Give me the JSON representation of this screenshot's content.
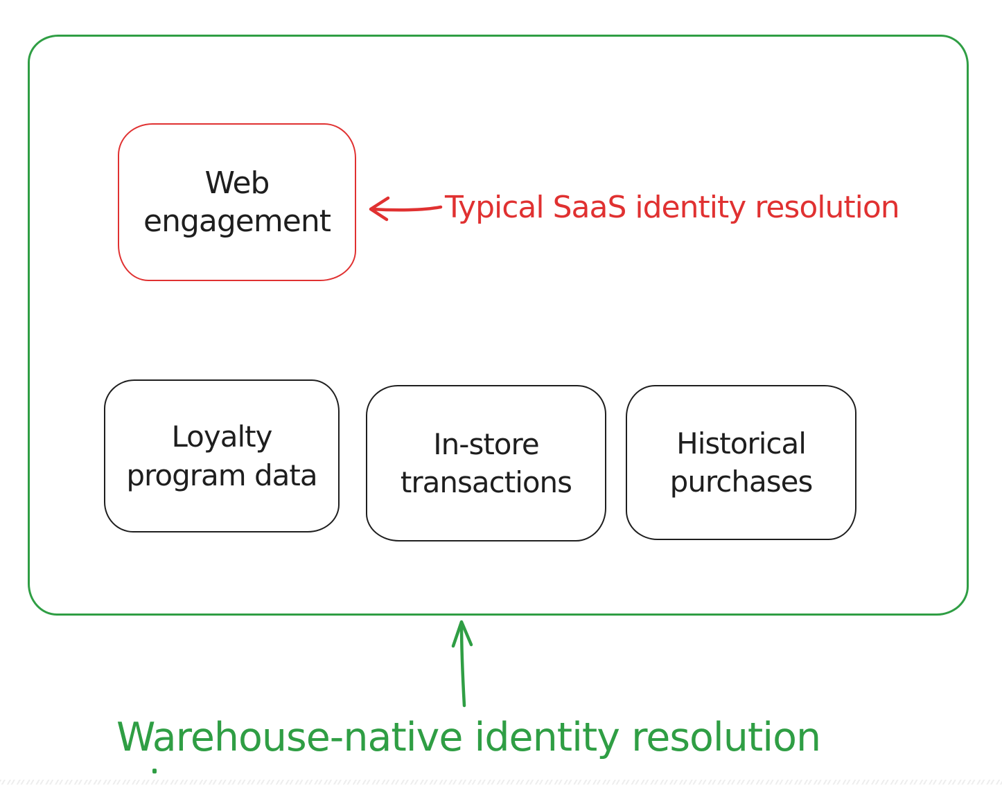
{
  "colors": {
    "green": "#2f9e44",
    "red": "#e03131",
    "ink": "#1e1e1e",
    "texture": "#e9e9e9",
    "paper": "#ffffff"
  },
  "diagram": {
    "web_box": {
      "lines": [
        "Web",
        "engagement"
      ]
    },
    "source_boxes": [
      {
        "id": "loyalty",
        "lines": [
          "Loyalty",
          "program data"
        ]
      },
      {
        "id": "instore",
        "lines": [
          "In-store",
          "transactions"
        ]
      },
      {
        "id": "historical",
        "lines": [
          "Historical",
          "purchases"
        ]
      }
    ],
    "annotations": {
      "saas": {
        "label": "Typical SaaS identity resolution"
      },
      "warehouse": {
        "label": "Warehouse-native identity resolution"
      }
    }
  }
}
